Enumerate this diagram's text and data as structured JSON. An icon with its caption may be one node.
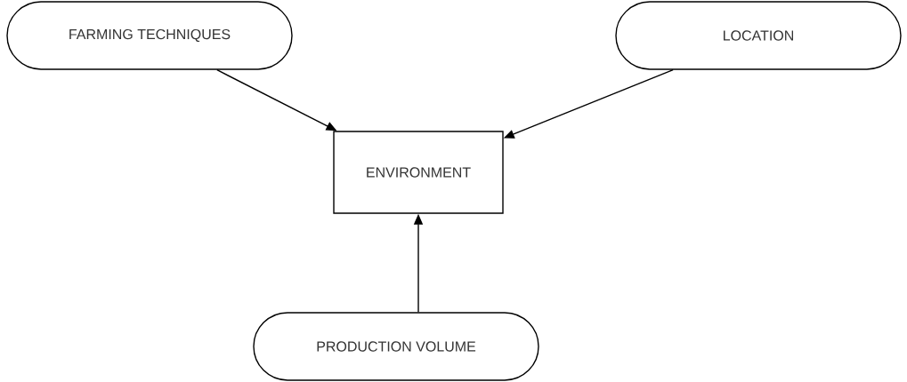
{
  "diagram": {
    "nodes": [
      {
        "text": [
          "FARMING TECHNIQUES"
        ]
      },
      {
        "text": [
          "LOCATION"
        ]
      },
      {
        "text": [
          "ENVIRONMENT"
        ]
      },
      {
        "text": [
          "PRODUCTION VOLUME"
        ]
      }
    ],
    "edges": [
      {
        "from": 0,
        "to": 2,
        "arrow": "to"
      },
      {
        "from": 1,
        "to": 2,
        "arrow": "to"
      },
      {
        "from": 3,
        "to": 2,
        "arrow": "to"
      }
    ]
  }
}
